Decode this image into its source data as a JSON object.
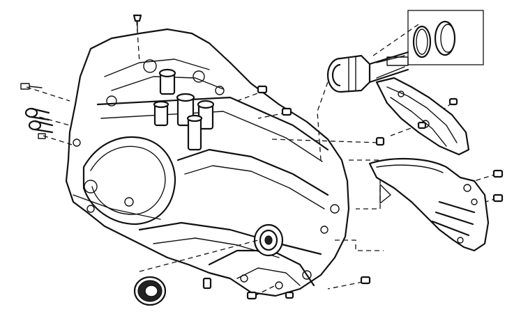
{
  "diagram": {
    "kind": "exploded-view line drawing",
    "stroke_color": "#111111",
    "background_color": "#ffffff",
    "parts": [
      {
        "id": "transaxle-case",
        "icon": "transaxle-case-icon"
      },
      {
        "id": "snap-rings",
        "icon": "snap-ring-icon"
      },
      {
        "id": "piston",
        "icon": "piston-icon"
      },
      {
        "id": "upper-cover",
        "icon": "cover-plate-icon"
      },
      {
        "id": "lower-cover",
        "icon": "cover-plate-icon"
      },
      {
        "id": "axle-seal",
        "icon": "oil-seal-icon"
      },
      {
        "id": "side-seal",
        "icon": "oil-seal-icon"
      },
      {
        "id": "bolts",
        "icon": "bolt-icon"
      }
    ]
  }
}
